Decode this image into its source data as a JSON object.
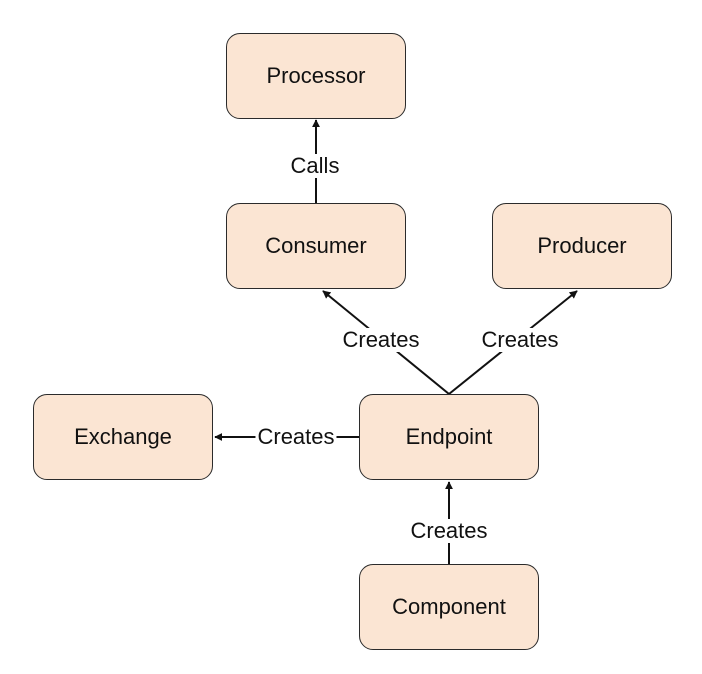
{
  "nodes": {
    "processor": "Processor",
    "consumer": "Consumer",
    "producer": "Producer",
    "exchange": "Exchange",
    "endpoint": "Endpoint",
    "component": "Component"
  },
  "edges": {
    "consumer_to_processor": "Calls",
    "endpoint_to_consumer": "Creates",
    "endpoint_to_producer": "Creates",
    "endpoint_to_exchange": "Creates",
    "component_to_endpoint": "Creates"
  },
  "colors": {
    "node_fill": "#fbe5d3",
    "stroke": "#2b2b2b"
  }
}
